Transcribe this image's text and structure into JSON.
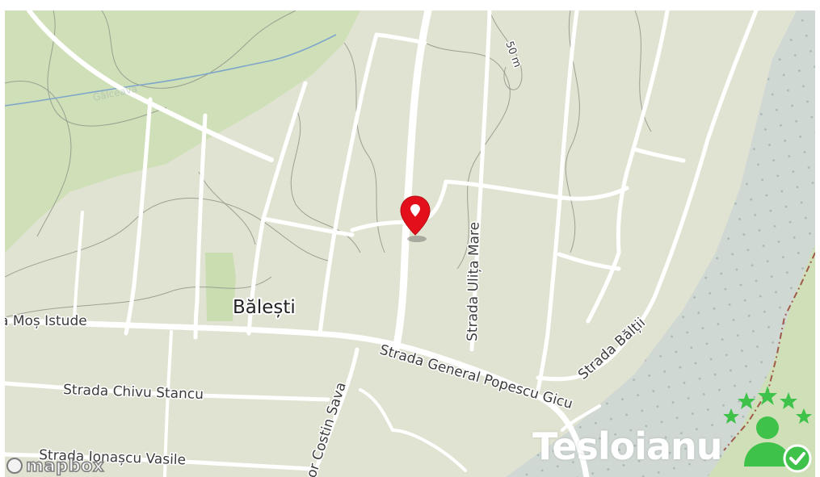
{
  "map": {
    "place_label": "Bălești",
    "contour_label": "50 m",
    "stream_label": "Gâlceava",
    "streets": {
      "mos_istude": "a Moș Istude",
      "general_popescu": "Strada General Popescu Gicu",
      "chivu_stancu": "Strada Chivu Stancu",
      "ionascu_vasile": "Strada Ionașcu Vasile",
      "costin_sava": "or Costin Sava",
      "ulita_mare": "Strada Ulița Mare",
      "baltii": "Strada Bălții"
    },
    "attribution": "mapbox",
    "marker_icon": "map-pin-icon",
    "colors": {
      "land": "#e1e3d2",
      "forest": "#cfe0b8",
      "water_area": "#d0d8d4",
      "stream": "#7fa6c9",
      "road": "#ffffff",
      "marker": "#e3101b",
      "brand": "#3ec24a"
    }
  },
  "watermark": {
    "text": "Tesloianu",
    "logo_icon": "person-check-stars-icon"
  }
}
